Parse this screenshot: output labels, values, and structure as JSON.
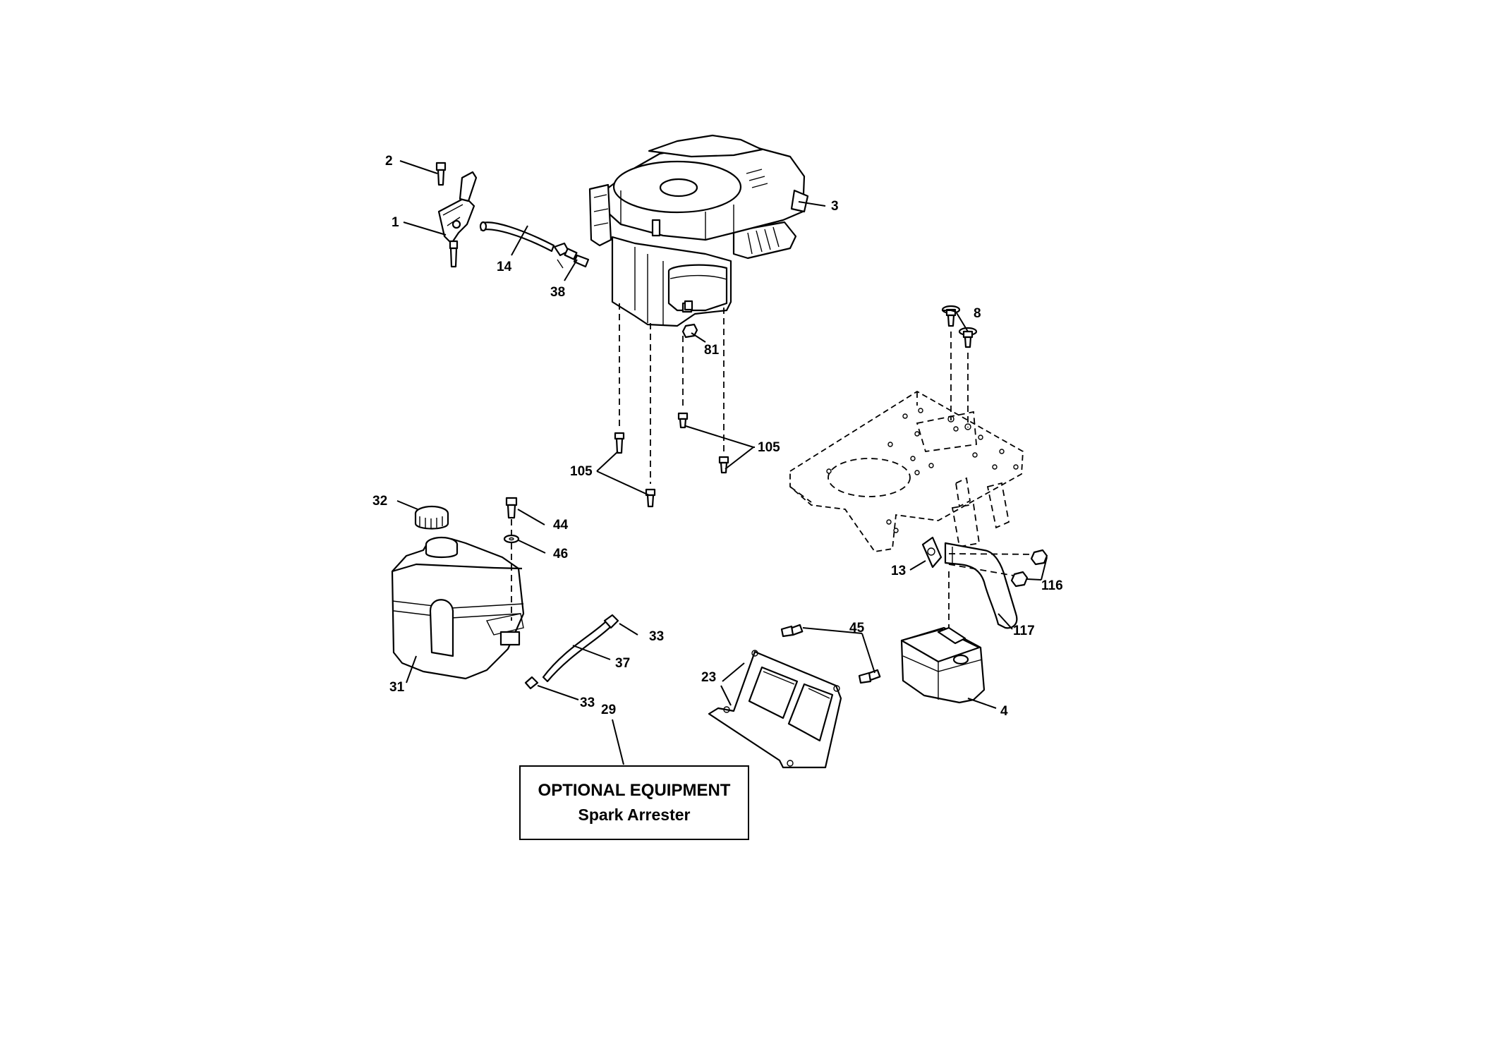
{
  "callouts": {
    "c1": "1",
    "c2": "2",
    "c3": "3",
    "c4": "4",
    "c8": "8",
    "c13": "13",
    "c14": "14",
    "c23": "23",
    "c29": "29",
    "c31": "31",
    "c32": "32",
    "c33a": "33",
    "c33b": "33",
    "c37": "37",
    "c38": "38",
    "c44": "44",
    "c45": "45",
    "c46": "46",
    "c81": "81",
    "c105a": "105",
    "c105b": "105",
    "c116": "116",
    "c117": "117"
  },
  "optional_box": {
    "title": "OPTIONAL EQUIPMENT",
    "subtitle": "Spark Arrester"
  }
}
